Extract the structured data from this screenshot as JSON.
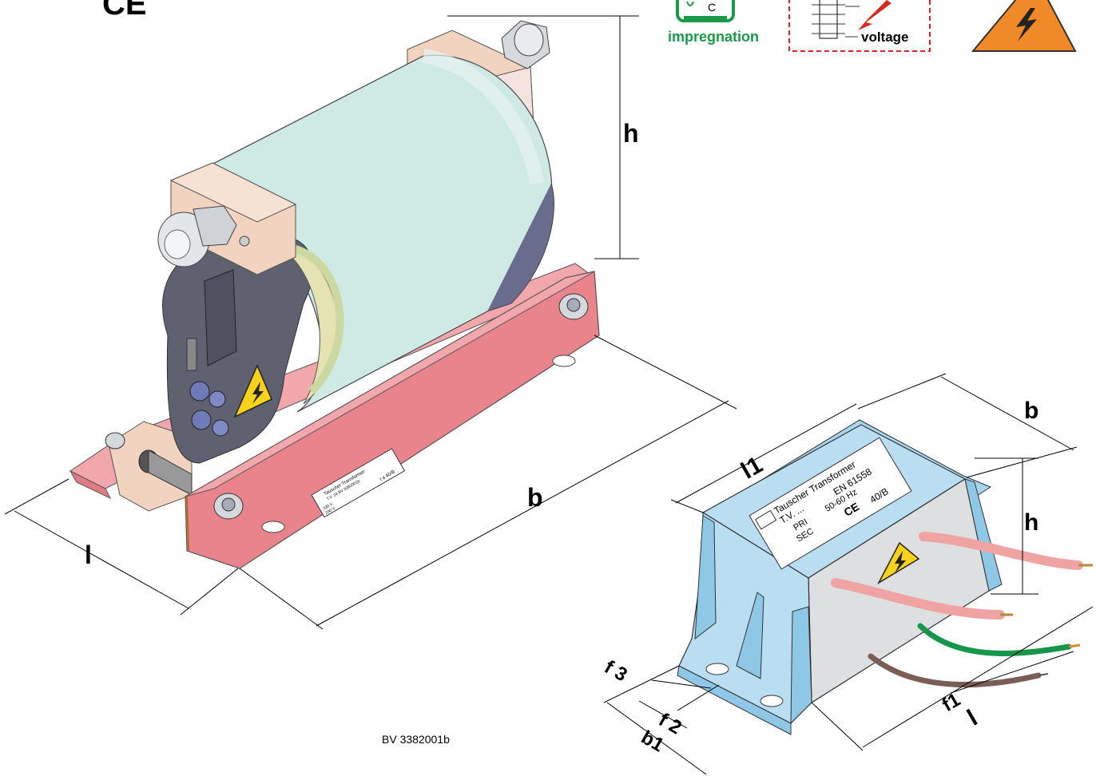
{
  "figure": {
    "reference_code": "BV 3382001b",
    "ce_mark": "CE"
  },
  "badges": {
    "impregnation": {
      "text": "impregnation",
      "inner": "C",
      "color": "#1a9a48"
    },
    "voltage": {
      "text": "voltage",
      "border_color": "#e32124"
    },
    "hazard": {
      "color": "#f08a28"
    }
  },
  "large_unit": {
    "dimensions": {
      "h": "h",
      "b": "b",
      "l": "l"
    },
    "nameplate": {
      "line1": "Tauscher Transformer",
      "line2": "T.V. 24 BV 3382001b",
      "line3": "230 V",
      "line4": "230 V",
      "rating": "t a 40/B"
    },
    "colors": {
      "coil": "#cfe9e4",
      "base": "#e9848c",
      "block": "#f1d3bf",
      "core": "#5f6070"
    }
  },
  "small_unit": {
    "dimensions": {
      "b": "b",
      "l1": "l1",
      "h": "h",
      "l": "l",
      "f1": "f1",
      "f2": "f 2",
      "f3": "f 3",
      "b1": "b1"
    },
    "nameplate": {
      "brand": "Tauscher Transformer",
      "model": "T.V. ...",
      "standard": "EN 61558",
      "pri": "PRI",
      "freq": "50-60 Hz",
      "sec": "SEC",
      "ce": "CE",
      "rating": "40/B"
    },
    "colors": {
      "housing": "#b9def1",
      "face": "#dedfe1",
      "wire_pink": "#f0a3a3",
      "wire_green": "#16964a",
      "wire_brown": "#7a5e55"
    }
  }
}
